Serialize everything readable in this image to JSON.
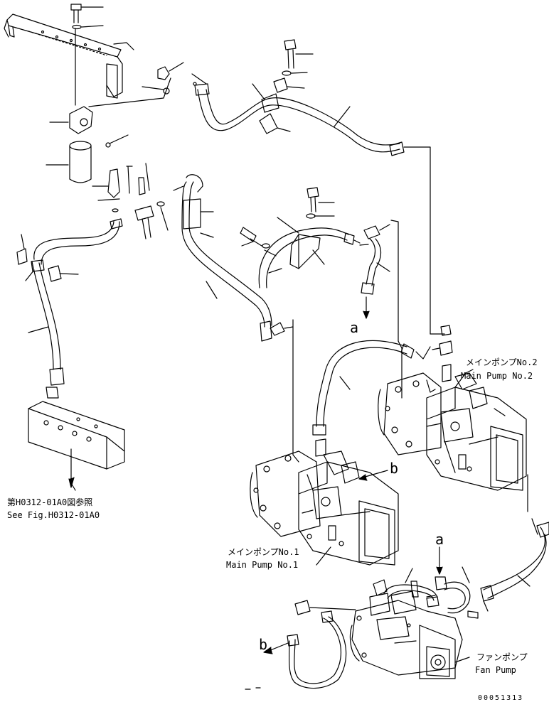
{
  "labels": {
    "main_pump_2_jp": "メインポンプNo.2",
    "main_pump_2_en": "Main Pump No.2",
    "main_pump_1_jp": "メインポンプNo.1",
    "main_pump_1_en": "Main Pump No.1",
    "fan_pump_jp": "ファンポンプ",
    "fan_pump_en": "Fan Pump",
    "ref_jp": "第H0312-01A0図参照",
    "ref_en": "See Fig.H0312-01A0",
    "connector_a_top": "a",
    "connector_a_bottom": "a",
    "connector_b_right": "b",
    "connector_b_left": "b",
    "drawing_code": "00051313"
  }
}
